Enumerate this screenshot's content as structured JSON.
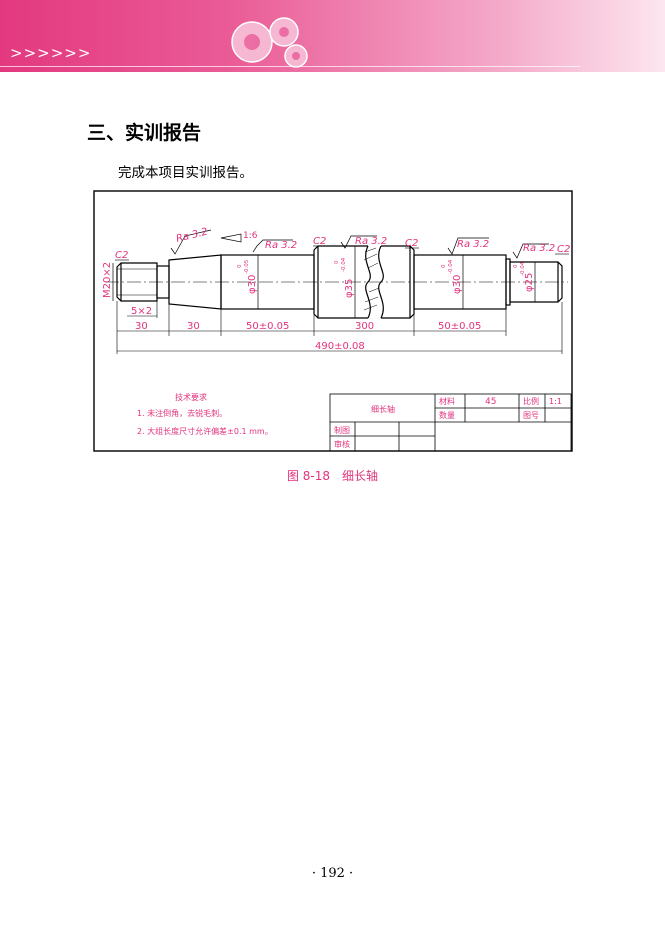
{
  "header": {
    "chevrons": ">>>>>>",
    "accent_color": "#e2337e"
  },
  "section": {
    "title": "三、实训报告",
    "intro": "完成本项目实训报告。"
  },
  "figure": {
    "caption_number": "图 8-18",
    "caption_text": "细长轴",
    "labels": {
      "ra": "Ra 3.2",
      "chamfer": "C2",
      "taper": "1:6",
      "thread": "M20×2",
      "groove": "5×2",
      "dia30": "φ30",
      "dia30_tol_upper": "0",
      "dia30_tol_lower": "-0.05",
      "dia35": "φ35",
      "dia35_tol_upper": "0",
      "dia35_tol_lower": "-0.04",
      "dia30b_tol_lower": "-0.04",
      "dia25": "φ25",
      "dia25_tol_upper": "0",
      "dia25_tol_lower": "-0.04",
      "len_30a": "30",
      "len_30b": "30",
      "len_50a": "50±0.05",
      "len_300": "300",
      "len_50b": "50±0.05",
      "len_total": "490±0.08"
    },
    "tech_req": {
      "title": "技术要求",
      "line1": "1. 未注倒角，去锐毛刺。",
      "line2": "2. 大组长度尺寸允许偏差±0.1 mm。"
    },
    "title_block": {
      "part_name": "细长轴",
      "material_label": "材料",
      "material_value": "45",
      "scale_label": "比例",
      "scale_value": "1:1",
      "qty_label": "数量",
      "drawing_no_label": "图号",
      "drawn_label": "制图",
      "checked_label": "审核"
    }
  },
  "footer": {
    "page_number": "· 192 ·"
  }
}
